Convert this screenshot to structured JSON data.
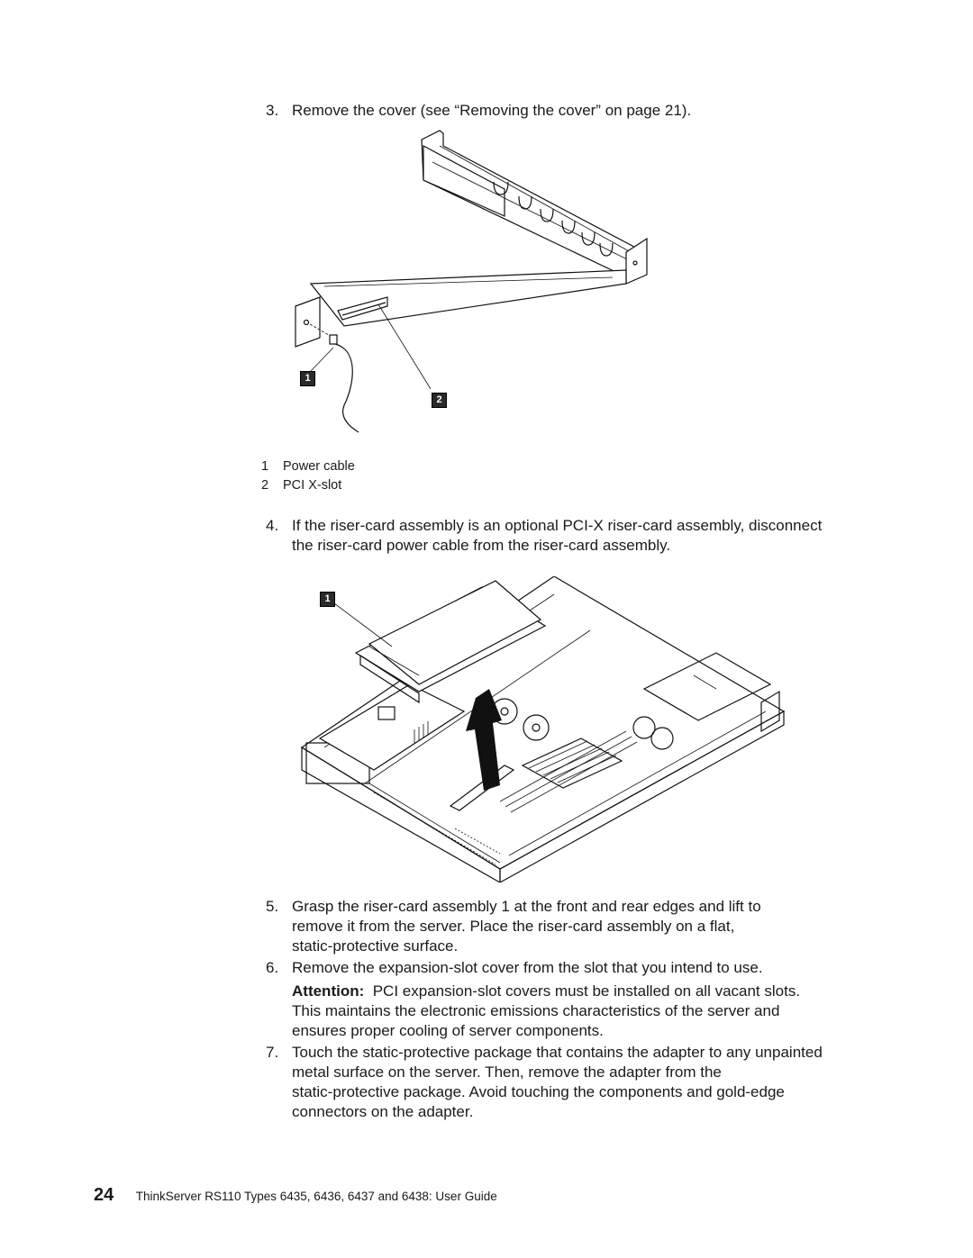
{
  "steps": [
    {
      "num": "3.",
      "text": "Remove the cover (see “Removing the cover” on page 21)."
    },
    {
      "num": "4.",
      "lines": [
        "If the riser-card assembly is an optional PCI-X riser-card assembly, disconnect",
        "the riser-card power cable from the riser-card assembly."
      ]
    },
    {
      "num": "5.",
      "lines": [
        "Grasp the riser-card assembly  1   at the front and rear edges and lift to",
        "remove it from the server. Place the riser-card assembly on a flat,",
        "static-protective surface."
      ]
    },
    {
      "num": "6.",
      "text": "Remove the expansion-slot cover from the slot that you intend to use."
    },
    {
      "num": "7.",
      "lines": [
        "Touch the static-protective package that contains the adapter to any unpainted",
        "metal surface on the server. Then, remove the adapter from the",
        "static-protective package. Avoid touching the components and gold-edge",
        "connectors on the adapter."
      ]
    }
  ],
  "attention": {
    "label": "Attention:",
    "lines": [
      "PCI expansion-slot covers must be installed on all vacant slots.",
      "This maintains the electronic emissions characteristics of the server and",
      "ensures proper cooling of server components."
    ]
  },
  "figure1": {
    "callouts": [
      "1",
      "2"
    ],
    "legend": [
      {
        "num": "1",
        "label": "Power cable"
      },
      {
        "num": "2",
        "label": "PCI X-slot"
      }
    ]
  },
  "figure2": {
    "callouts": [
      "1"
    ]
  },
  "footer": {
    "page_number": "24",
    "title": "ThinkServer RS110 Types 6435, 6436, 6437 and 6438:  User Guide"
  }
}
